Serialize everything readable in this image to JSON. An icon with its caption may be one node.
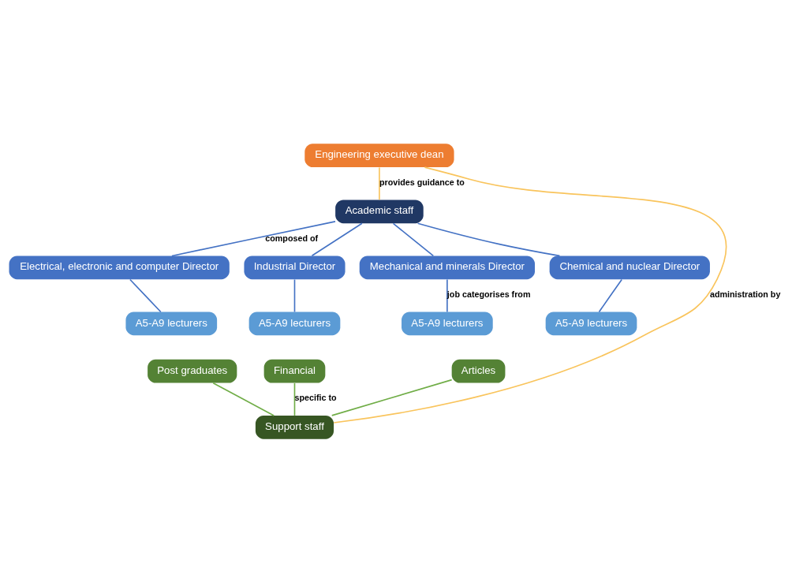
{
  "diagram": {
    "nodes": [
      {
        "text": [
          "Engineering executive dean"
        ]
      },
      {
        "text": [
          "Academic staff"
        ]
      },
      {
        "text": [
          "Electrical, electronic and computer Director"
        ]
      },
      {
        "text": [
          "Industrial Director"
        ]
      },
      {
        "text": [
          "Mechanical and minerals Director"
        ]
      },
      {
        "text": [
          "Chemical and nuclear Director"
        ]
      },
      {
        "text": [
          "A5-A9 lecturers"
        ]
      },
      {
        "text": [
          "A5-A9 lecturers"
        ]
      },
      {
        "text": [
          "A5-A9 lecturers"
        ]
      },
      {
        "text": [
          "A5-A9 lecturers"
        ]
      },
      {
        "text": [
          "Post graduates"
        ]
      },
      {
        "text": [
          "Financial"
        ]
      },
      {
        "text": [
          "Articles"
        ]
      },
      {
        "text": [
          "Support staff"
        ]
      }
    ],
    "edges": [
      {
        "from": 0,
        "to": 1,
        "arrow": "none",
        "label": "provides guidance to",
        "color": "#f9c45c"
      },
      {
        "from": 1,
        "to": 2,
        "arrow": "none",
        "label": "composed of"
      },
      {
        "from": 1,
        "to": 3,
        "arrow": "none"
      },
      {
        "from": 1,
        "to": 4,
        "arrow": "none"
      },
      {
        "from": 1,
        "to": 5,
        "arrow": "none"
      },
      {
        "from": 2,
        "to": 6,
        "arrow": "none"
      },
      {
        "from": 3,
        "to": 7,
        "arrow": "none"
      },
      {
        "from": 4,
        "to": 8,
        "arrow": "none",
        "label": "job categorises from"
      },
      {
        "from": 5,
        "to": 9,
        "arrow": "none"
      },
      {
        "from": 10,
        "to": 13,
        "arrow": "none",
        "color": "#70ad47"
      },
      {
        "from": 11,
        "to": 13,
        "arrow": "none",
        "label": "specific to",
        "color": "#70ad47"
      },
      {
        "from": 12,
        "to": 13,
        "arrow": "none",
        "color": "#70ad47"
      },
      {
        "from": 0,
        "to": 13,
        "arrow": "none",
        "label": "administration by",
        "color": "#f9c45c"
      }
    ]
  }
}
